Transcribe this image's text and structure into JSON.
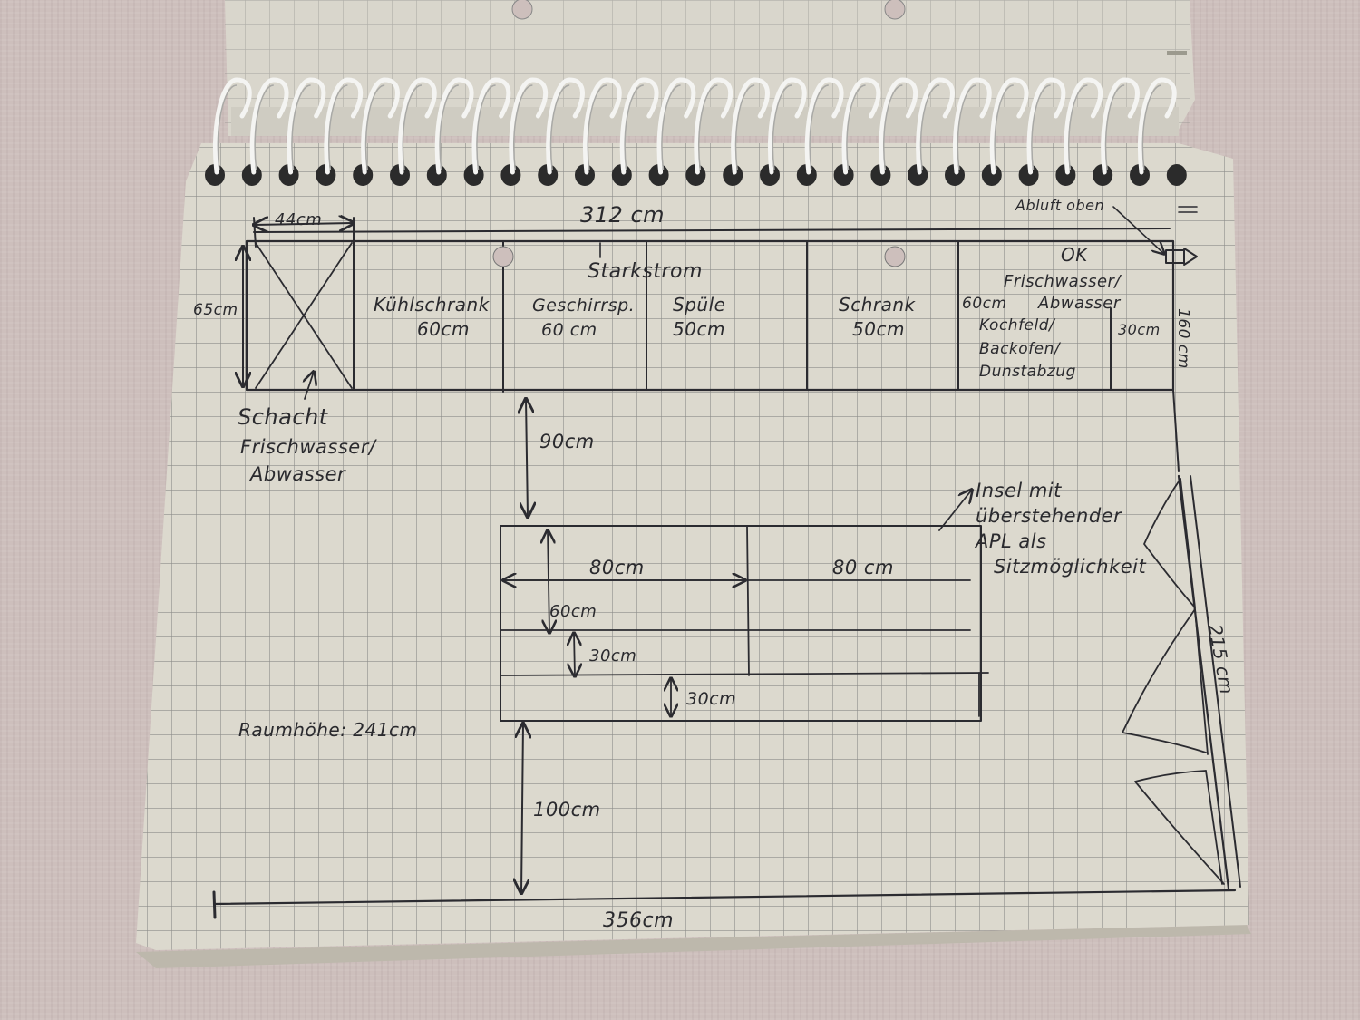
{
  "diagram": {
    "labels": {
      "total_top": "312 cm",
      "shaft_width": "44cm",
      "shaft_depth": "65cm",
      "exhaust": "Abluft oben",
      "power": "Starkstrom",
      "fridge_name": "Kühlschrank",
      "fridge_size": "60cm",
      "dishwasher_name": "Geschirrsp.",
      "dishwasher_size": "60 cm",
      "sink_name": "Spüle",
      "sink_size": "50cm",
      "cabinet_name": "Schrank",
      "cabinet_size": "50cm",
      "cooktop_size": "60cm",
      "cooktop_line1": "Frischwasser/",
      "cooktop_line2": "Abwasser",
      "cooktop_line3": "Kochfeld/",
      "cooktop_line4": "Backofen/",
      "cooktop_line5": "Dunstabzug",
      "cooktop_marker": "OK",
      "end_cabinet_size": "30cm",
      "right_depth": "160 cm",
      "shaft_line1": "Schacht",
      "shaft_line2": "Frischwasser/",
      "shaft_line3": "Abwasser",
      "aisle_top": "90cm",
      "island_w1": "80cm",
      "island_w2": "80 cm",
      "island_d1": "60cm",
      "island_d2": "30cm",
      "island_d3": "30cm",
      "island_note1": "Insel mit",
      "island_note2": "überstehender",
      "island_note3": "APL als",
      "island_note4": "Sitzmöglichkeit",
      "room_height": "Raumhöhe: 241cm",
      "aisle_bottom": "100cm",
      "bottom_total": "356cm",
      "right_wall": "215 cm"
    }
  }
}
